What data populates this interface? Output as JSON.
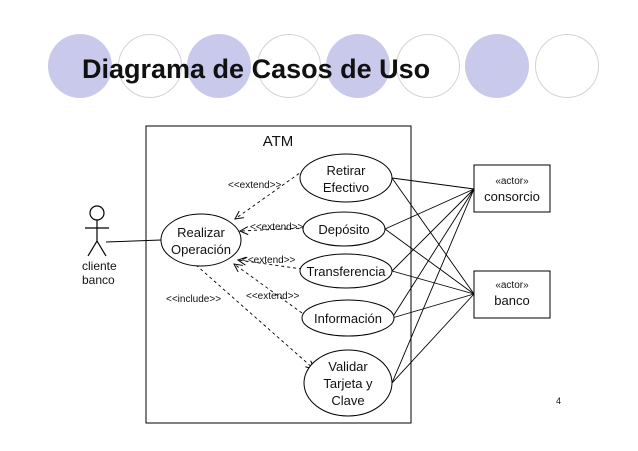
{
  "slide": {
    "title": "Diagrama de Casos de Uso",
    "page_number": "4"
  },
  "colors": {
    "circle_filled": "#c9c9ec",
    "circle_outline": "#d0d0d0",
    "line": "#000000"
  },
  "system": {
    "name": "ATM"
  },
  "actors": {
    "cliente": {
      "line1": "cliente",
      "line2": "banco"
    },
    "consorcio": {
      "stereotype": "«actor»",
      "name": "consorcio"
    },
    "banco": {
      "stereotype": "«actor»",
      "name": "banco"
    }
  },
  "use_cases": {
    "realizar": {
      "line1": "Realizar",
      "line2": "Operación"
    },
    "retirar": {
      "line1": "Retirar",
      "line2": "Efectivo"
    },
    "deposito": {
      "line1": "Depósito"
    },
    "transferencia": {
      "line1": "Transferencia"
    },
    "informacion": {
      "line1": "Información"
    },
    "validar": {
      "line1": "Validar",
      "line2": "Tarjeta y",
      "line3": "Clave"
    }
  },
  "relations": {
    "extend_retirar": "<<extend>>",
    "extend_deposito": "<<extend>>",
    "extend_transferencia": "<<extend>>",
    "extend_informacion": "<<extend>>",
    "include_validar": "<<include>>"
  }
}
